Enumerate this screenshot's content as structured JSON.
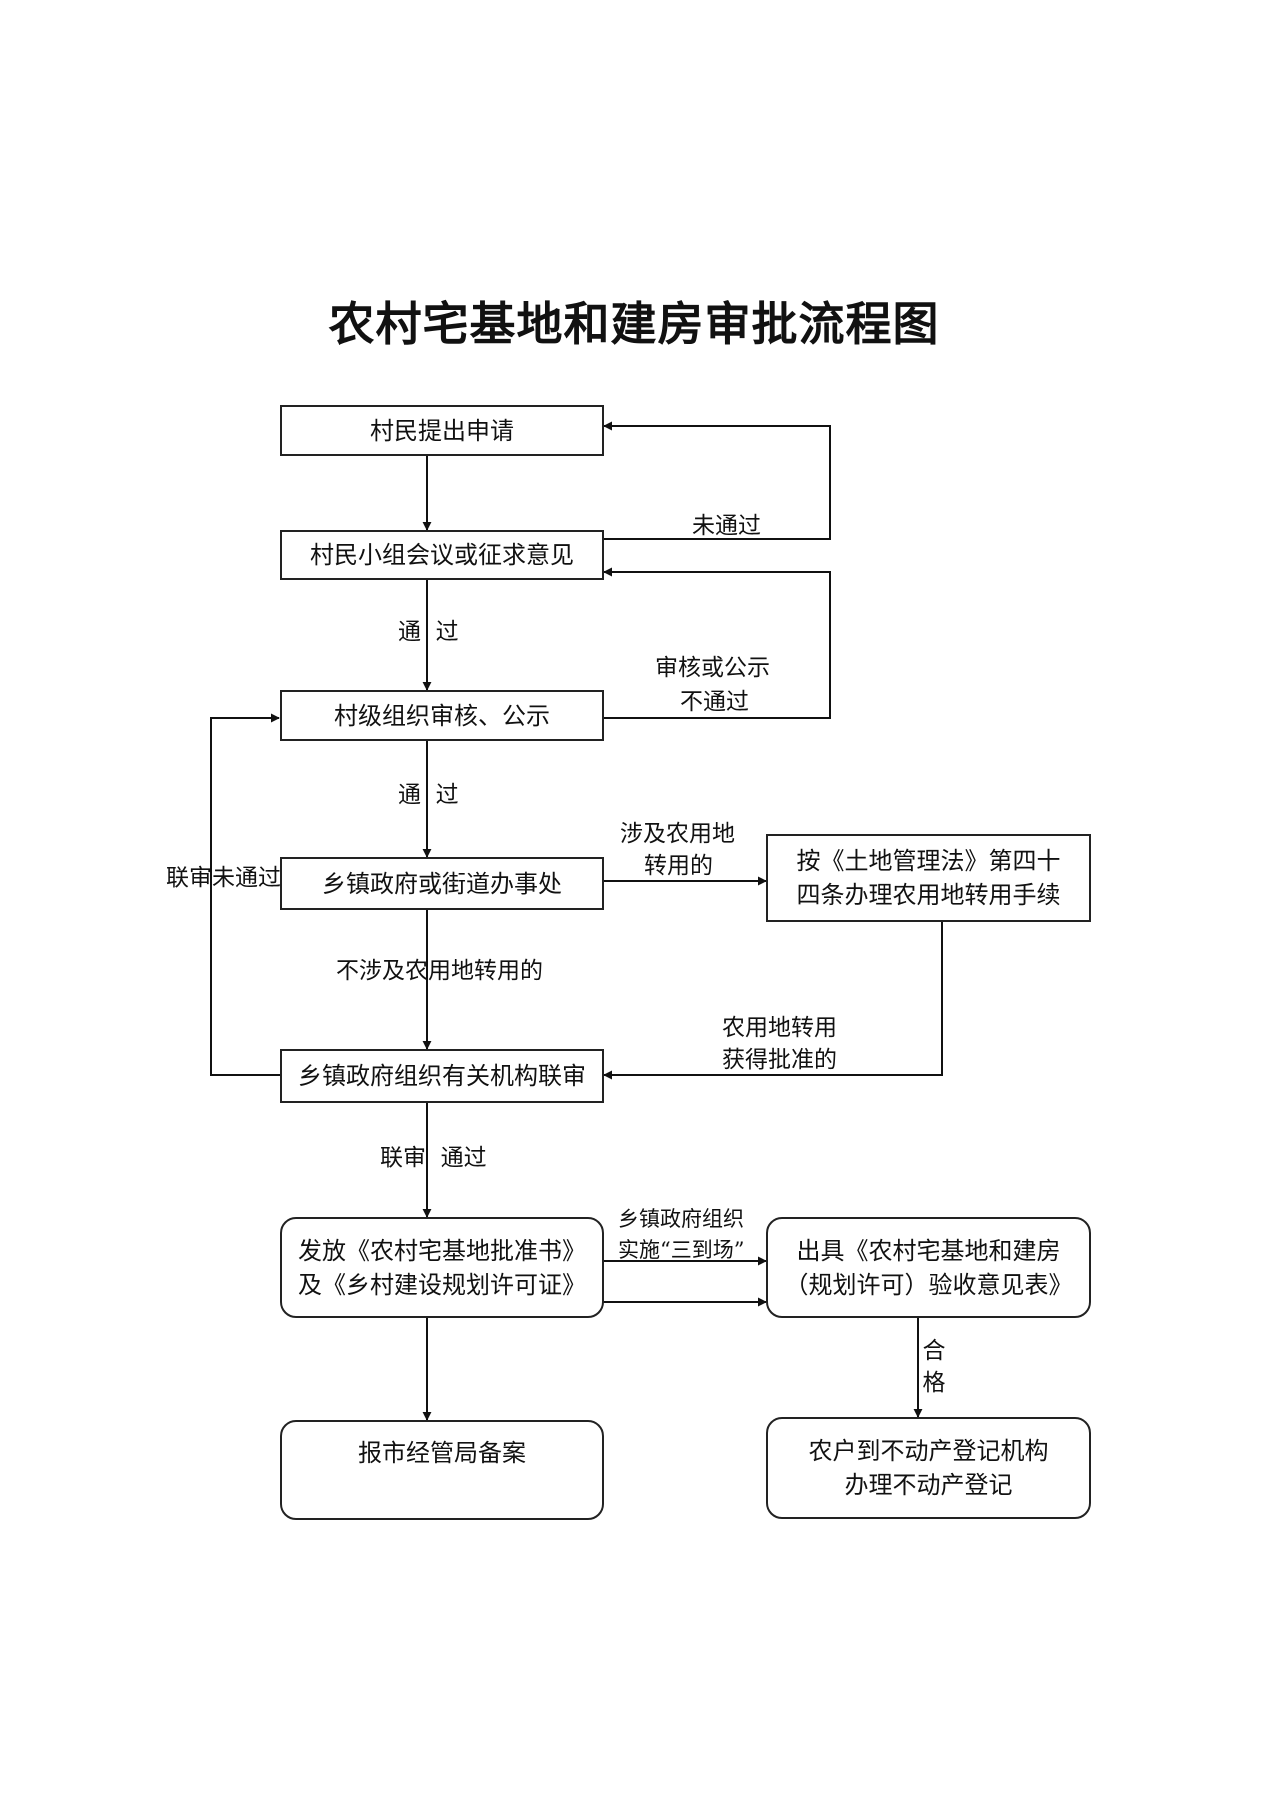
{
  "title": "农村宅基地和建房审批流程图",
  "nodes": {
    "apply": "村民提出申请",
    "group_meeting": "村民小组会议或征求意见",
    "village_review": "村级组织审核、公示",
    "township": "乡镇政府或街道办事处",
    "land_law_line1": "按《土地管理法》第四十",
    "land_law_line2": "四条办理农用地转用手续",
    "joint_review": "乡镇政府组织有关机构联审",
    "issue_line1": "发放《农村宅基地批准书》",
    "issue_line2": "及《乡村建设规划许可证》",
    "acceptance_line1": "出具《农村宅基地和建房",
    "acceptance_line2": "（规划许可）验收意见表》",
    "filing": "报市经管局备案",
    "registration_line1": "农户到不动产登记机构",
    "registration_line2": "办理不动产登记"
  },
  "labels": {
    "not_passed": "未通过",
    "pass_1": "通  过",
    "review_fail_line1": "审核或公示",
    "review_fail_line2": "不通过",
    "pass_2": "通  过",
    "farmland_line1": "涉及农用地",
    "farmland_line2": "转用的",
    "joint_fail": "联审未通过",
    "no_farmland": "不涉及农用地转用的",
    "approved_line1": "农用地转用",
    "approved_line2": "获得批准的",
    "joint_pass": "联审  通过",
    "three_line1": "乡镇政府组织",
    "three_line2": "实施“三到场”",
    "qualified": "合格"
  }
}
